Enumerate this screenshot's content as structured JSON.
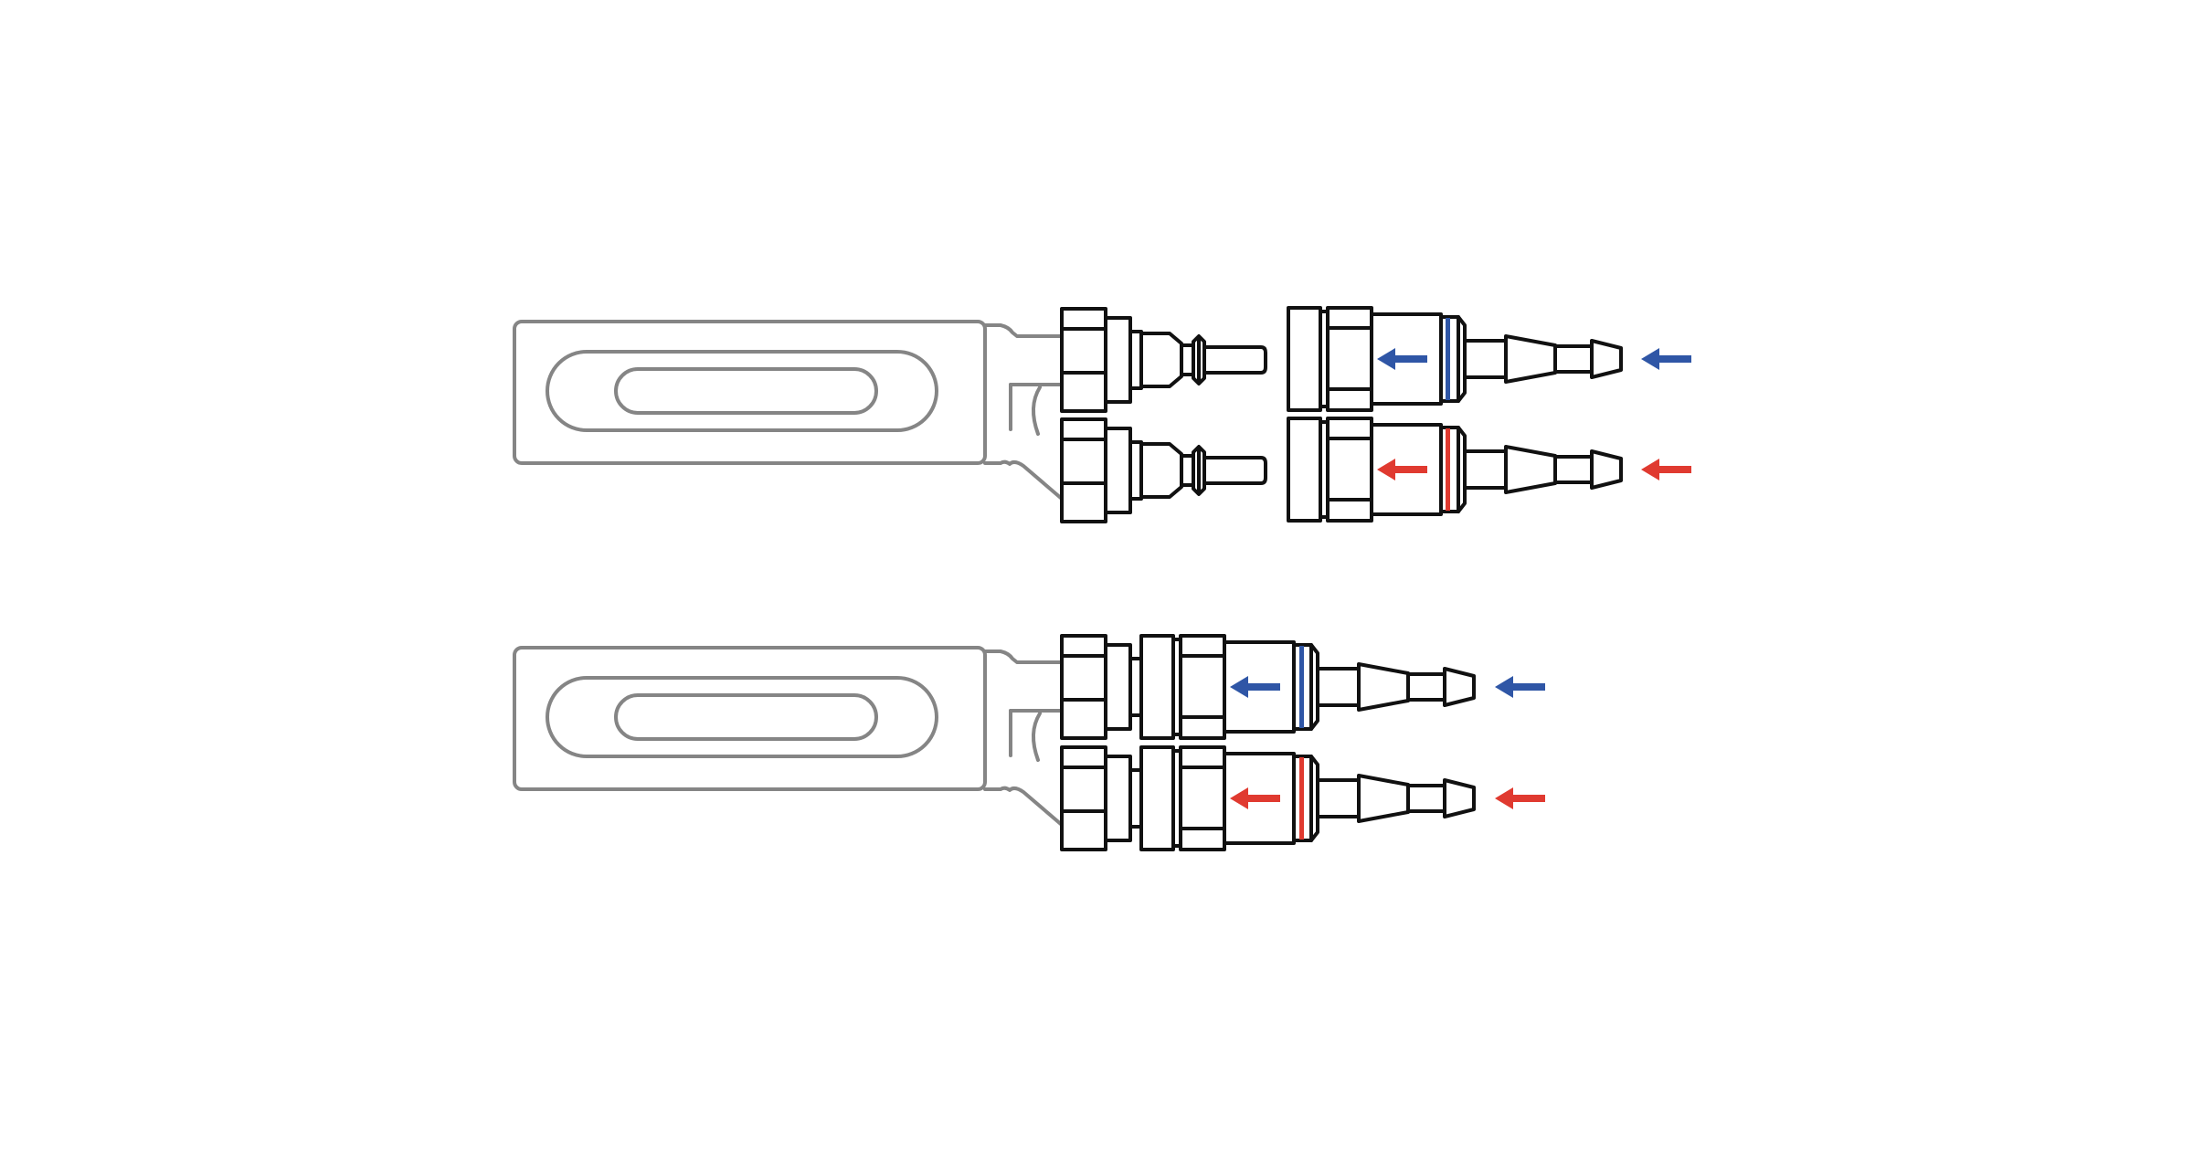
{
  "diagram": {
    "colors": {
      "background": "#ffffff",
      "handle_outline": "#858585",
      "fitting_outline": "#111111",
      "cold_accent": "#2f56a6",
      "hot_accent": "#e03a30"
    },
    "icons": [
      "arrow-left-icon"
    ],
    "assemblies": [
      {
        "state": "disconnected",
        "lines": [
          {
            "flow": "cold",
            "accent": "#2f56a6"
          },
          {
            "flow": "hot",
            "accent": "#e03a30"
          }
        ]
      },
      {
        "state": "connected",
        "lines": [
          {
            "flow": "cold",
            "accent": "#2f56a6"
          },
          {
            "flow": "hot",
            "accent": "#e03a30"
          }
        ]
      }
    ]
  }
}
